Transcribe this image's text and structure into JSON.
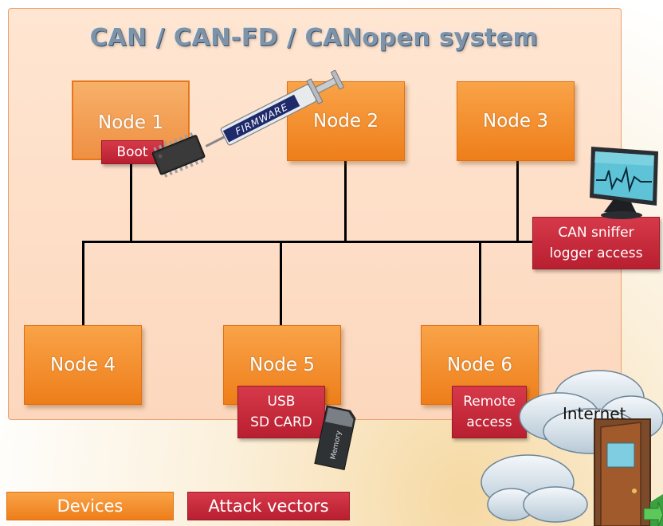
{
  "title": "CAN / CAN-FD / CANopen system",
  "nodes": {
    "node1": "Node 1",
    "node2": "Node 2",
    "node3": "Node 3",
    "node4": "Node 4",
    "node5": "Node 5",
    "node6": "Node 6"
  },
  "attack_tags": {
    "boot": "Boot",
    "sniffer_line1": "CAN sniffer",
    "sniffer_line2": "logger access",
    "usb_line1": "USB",
    "usb_line2": "SD CARD",
    "remote_line1": "Remote",
    "remote_line2": "access"
  },
  "labels": {
    "firmware": "FIRMWARE",
    "internet": "Internet",
    "memory": "Memory"
  },
  "legend": {
    "devices": "Devices",
    "attack_vectors": "Attack vectors"
  },
  "colors": {
    "device_orange": "#ee7e1a",
    "attack_red": "#c0263a",
    "system_background": "#fcd7bd"
  }
}
